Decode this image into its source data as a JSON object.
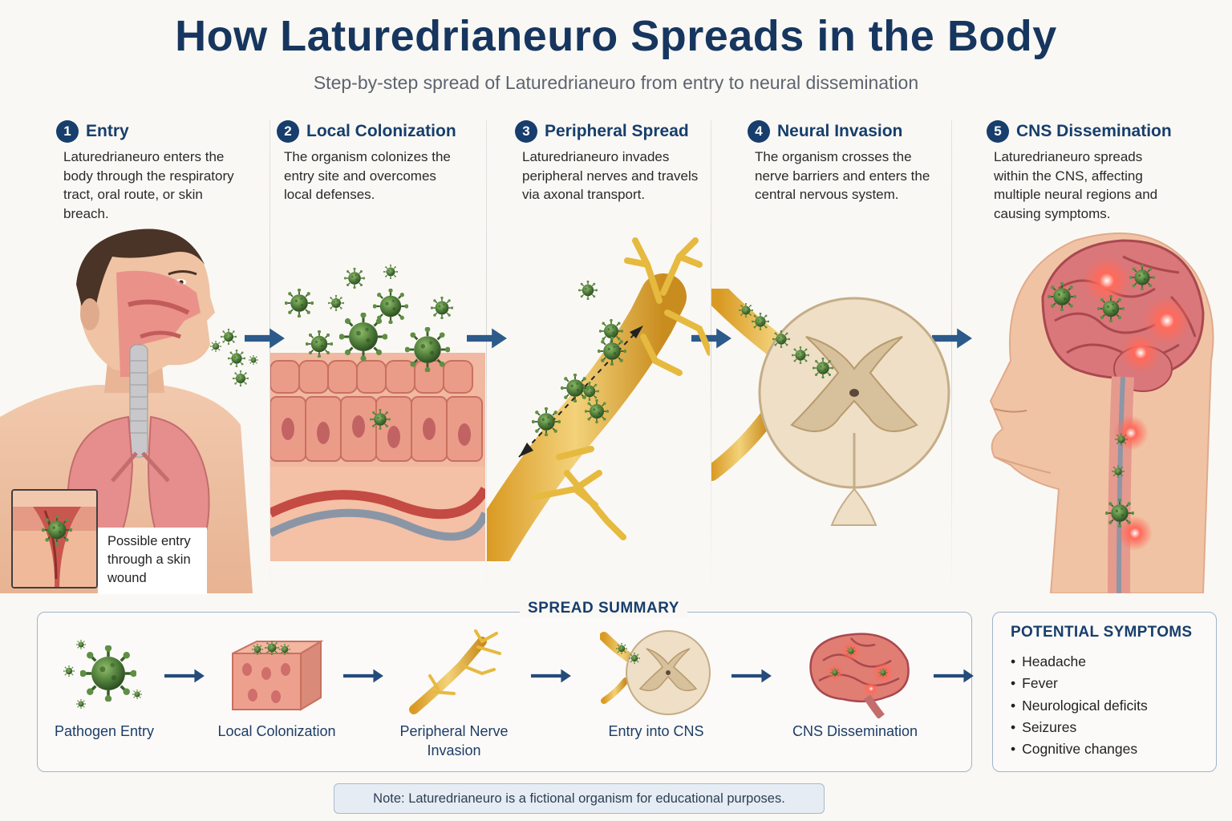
{
  "title": "How Laturedrianeuro Spreads in the Body",
  "subtitle": "Step-by-step spread of Laturedrianeuro from entry to neural dissemination",
  "steps": [
    {
      "num": "1",
      "title": "Entry",
      "desc": "Laturedrianeuro enters the body through the respiratory tract, oral route, or skin breach.",
      "icon": "head-lungs-illustration"
    },
    {
      "num": "2",
      "title": "Local Colonization",
      "desc": "The organism colonizes the entry site and overcomes local defenses.",
      "icon": "tissue-illustration"
    },
    {
      "num": "3",
      "title": "Peripheral Spread",
      "desc": "Laturedrianeuro invades peripheral nerves and travels via axonal transport.",
      "icon": "nerve-illustration"
    },
    {
      "num": "4",
      "title": "Neural Invasion",
      "desc": "The organism crosses the nerve barriers and enters the central nervous system.",
      "icon": "spinal-cord-illustration"
    },
    {
      "num": "5",
      "title": "CNS Dissemination",
      "desc": "Laturedrianeuro spreads within the CNS, affecting multiple neural regions and causing symptoms.",
      "icon": "brain-illustration"
    }
  ],
  "inset": {
    "label": "Possible entry through a skin wound"
  },
  "summary": {
    "title": "SPREAD SUMMARY",
    "items": [
      {
        "label": "Pathogen Entry",
        "icon": "pathogen-icon"
      },
      {
        "label": "Local Colonization",
        "icon": "tissue-block-icon"
      },
      {
        "label": "Peripheral Nerve Invasion",
        "icon": "nerve-icon"
      },
      {
        "label": "Entry into CNS",
        "icon": "spinal-cord-icon"
      },
      {
        "label": "CNS Dissemination",
        "icon": "brain-icon"
      }
    ]
  },
  "symptoms": {
    "title": "POTENTIAL SYMPTOMS",
    "items": [
      "Headache",
      "Fever",
      "Neurological deficits",
      "Seizures",
      "Cognitive changes"
    ]
  },
  "note": "Note: Laturedrianeuro is a fictional organism for educational purposes.",
  "colors": {
    "accent": "#173e6c",
    "pathogen": "#4f7d3a",
    "nerve": "#e6b93f",
    "tissue": "#e89a86",
    "inflammation": "#ff5a4a"
  }
}
